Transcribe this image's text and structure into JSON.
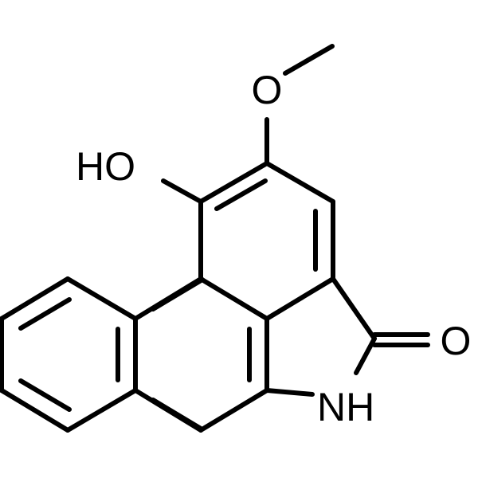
{
  "structure": {
    "atom_labels": {
      "methoxy_oxygen": "O",
      "hydroxyl": "HO",
      "carbonyl_oxygen": "O",
      "amine": "NH"
    }
  }
}
